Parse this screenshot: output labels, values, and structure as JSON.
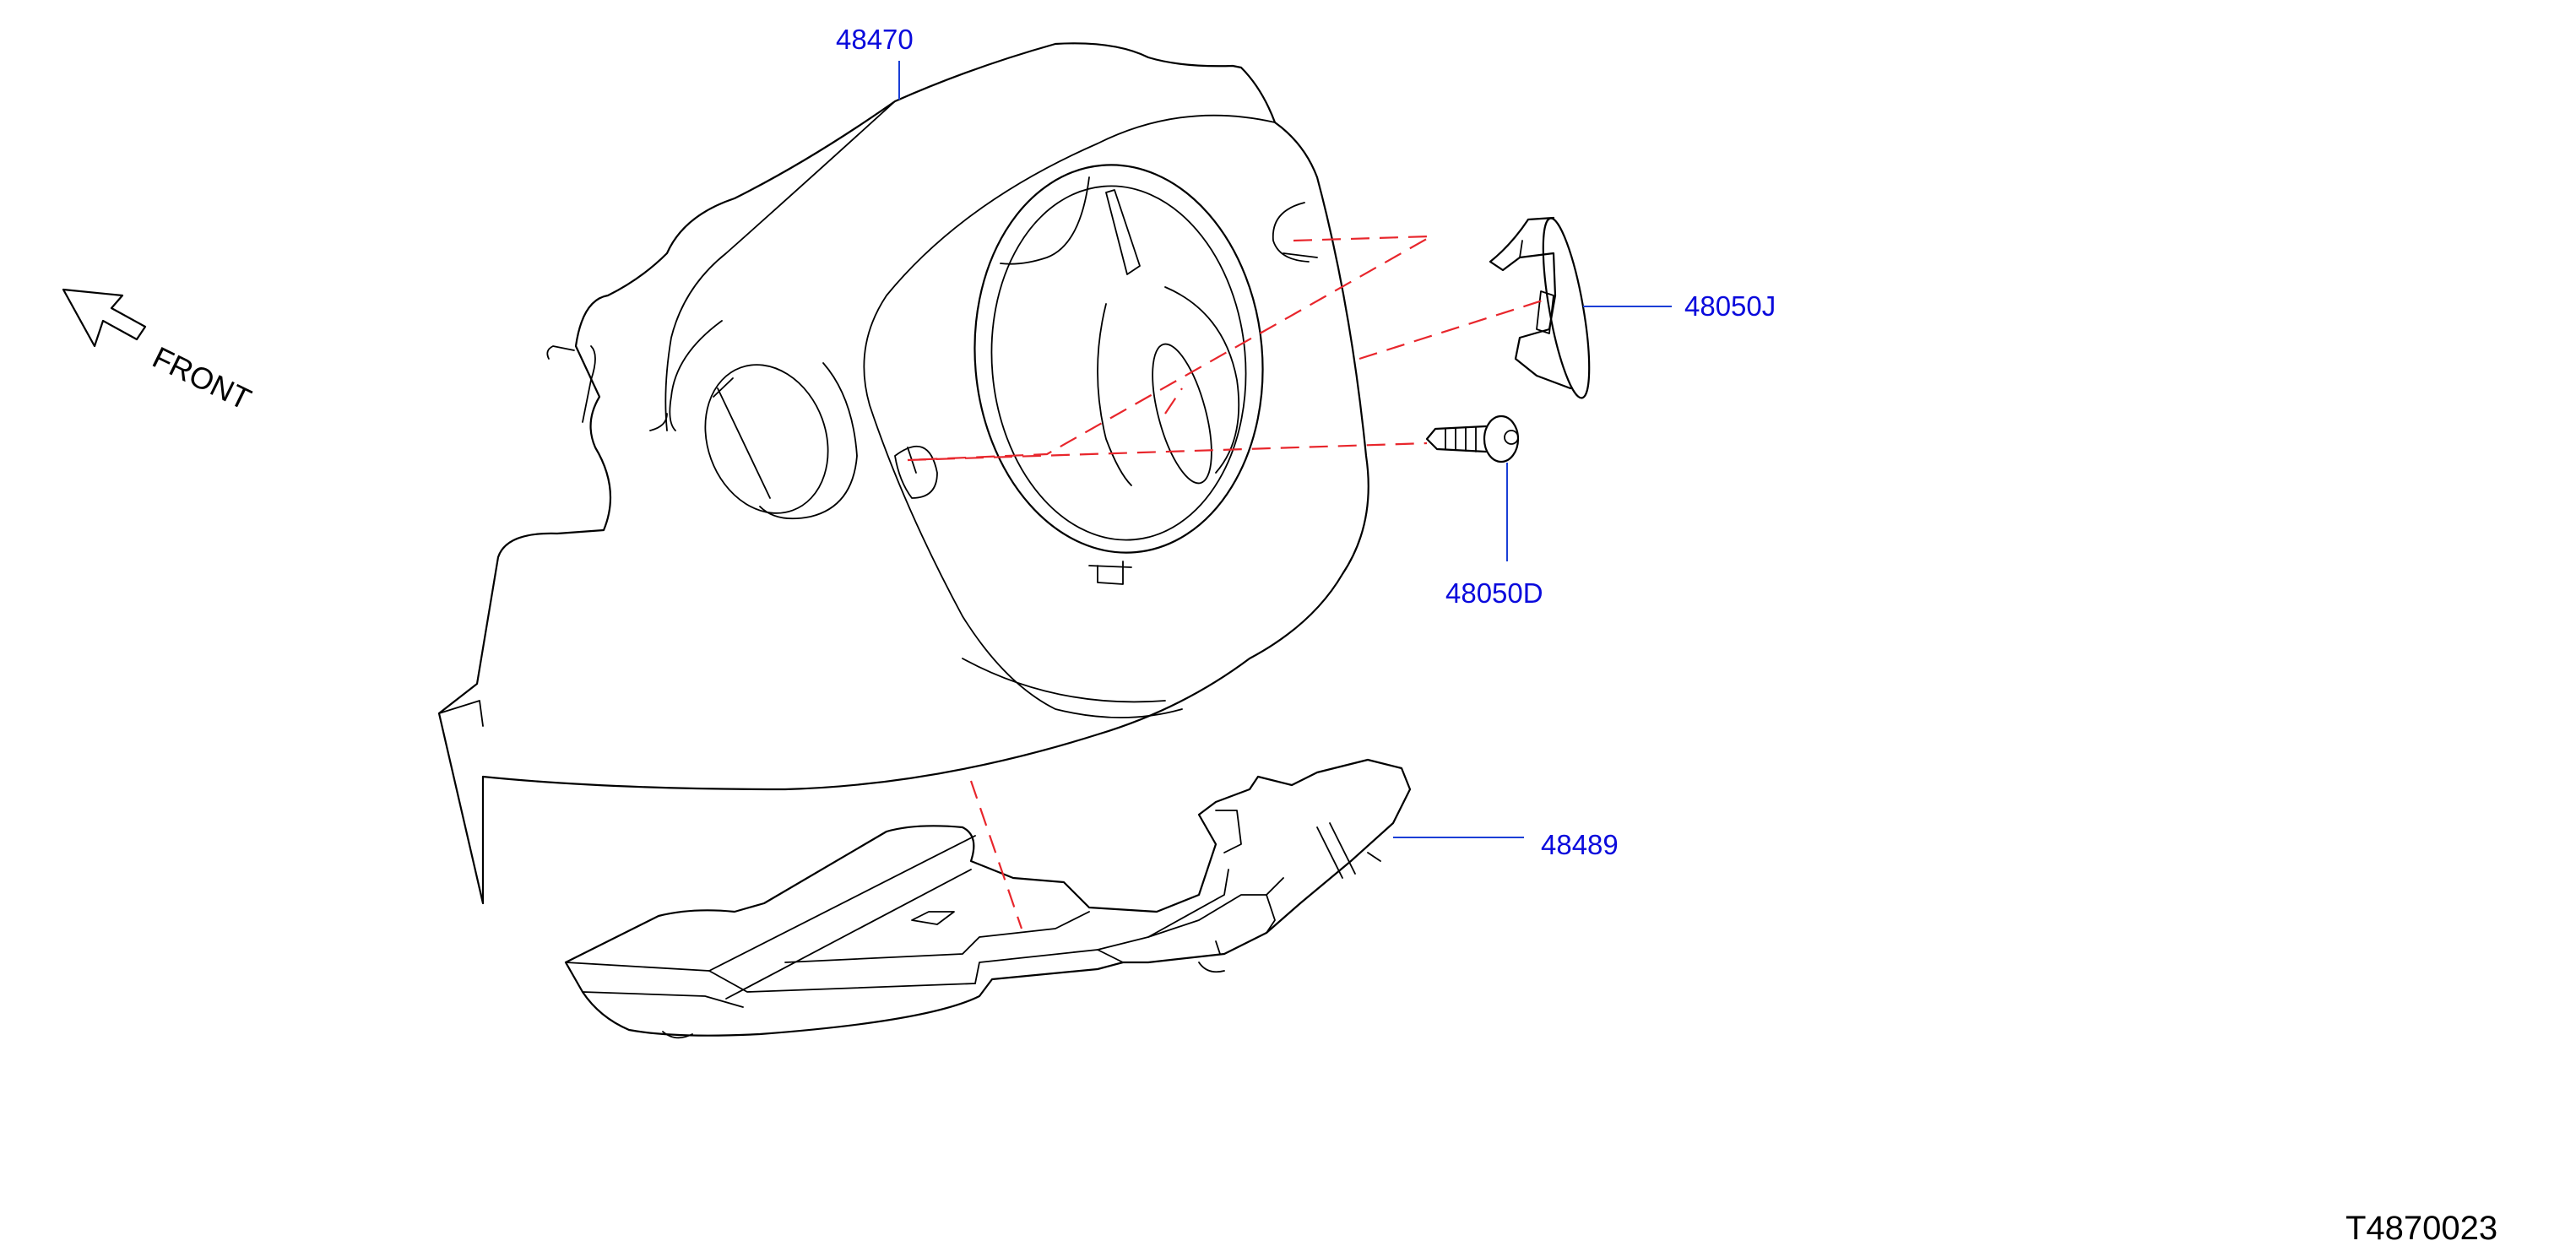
{
  "labels": {
    "column_cover_upper": "48470",
    "clip": "48050J",
    "screw": "48050D",
    "column_cover_lower": "48489"
  },
  "front_text": "FRONT",
  "diagram_code": "T4870023",
  "colors": {
    "outline": "#000000",
    "callout": "#0a0adc",
    "leader": "#1a3fd6",
    "dash": "#e8262c"
  },
  "icons": {
    "direction": "front-arrow-icon"
  }
}
